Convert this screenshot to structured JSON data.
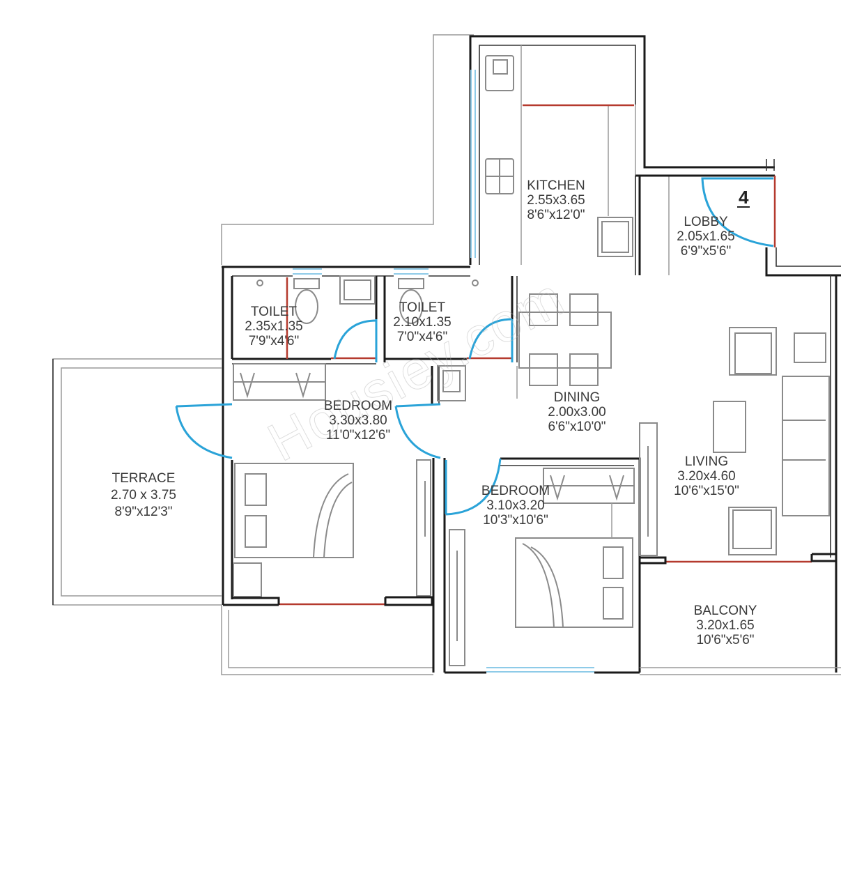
{
  "plan": {
    "unit_number": "4",
    "watermark": "Housiey.com",
    "colors": {
      "wall": "#1a1a1a",
      "door_swing": "#2aa3d8",
      "window": "#8ecbe8",
      "opening_marker": "#b53a2e",
      "furniture": "#8a8a8a",
      "text": "#3a3a3a"
    }
  },
  "rooms": [
    {
      "id": "kitchen",
      "name": "KITCHEN",
      "metric": "2.55x3.65",
      "imperial": "8'6\"x12'0\""
    },
    {
      "id": "lobby",
      "name": "LOBBY",
      "metric": "2.05x1.65",
      "imperial": "6'9\"x5'6\""
    },
    {
      "id": "toilet-1",
      "name": "TOILET",
      "metric": "2.35x1.35",
      "imperial": "7'9\"x4'6\""
    },
    {
      "id": "toilet-2",
      "name": "TOILET",
      "metric": "2.10x1.35",
      "imperial": "7'0\"x4'6\""
    },
    {
      "id": "bedroom-1",
      "name": "BEDROOM",
      "metric": "3.30x3.80",
      "imperial": "11'0\"x12'6\""
    },
    {
      "id": "dining",
      "name": "DINING",
      "metric": "2.00x3.00",
      "imperial": "6'6\"x10'0\""
    },
    {
      "id": "living",
      "name": "LIVING",
      "metric": "3.20x4.60",
      "imperial": "10'6\"x15'0\""
    },
    {
      "id": "terrace",
      "name": "TERRACE",
      "metric": "2.70 x 3.75",
      "imperial": "8'9\"x12'3\""
    },
    {
      "id": "bedroom-2",
      "name": "BEDROOM",
      "metric": "3.10x3.20",
      "imperial": "10'3\"x10'6\""
    },
    {
      "id": "balcony",
      "name": "BALCONY",
      "metric": "3.20x1.65",
      "imperial": "10'6\"x5'6\""
    }
  ]
}
